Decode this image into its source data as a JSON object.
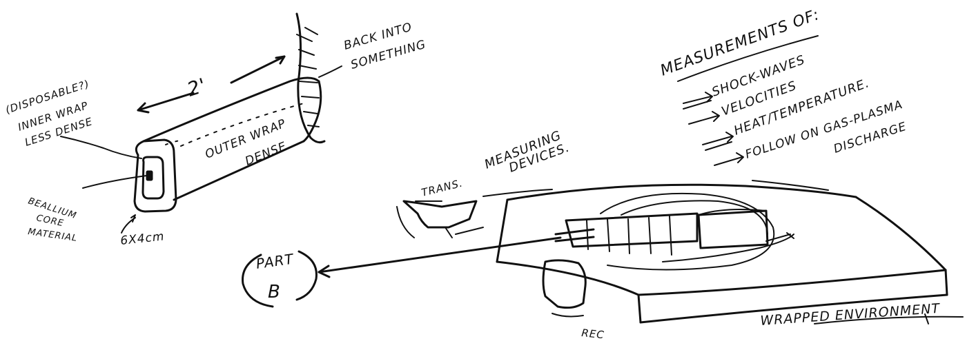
{
  "labels": {
    "dimension_length": "2'",
    "back_into": "BACK INTO",
    "something": "SOMETHING",
    "disposable": "(DISPOSABLE?)",
    "inner_wrap": "INNER WRAP",
    "less_dense": "LESS DENSE",
    "outer_wrap": "OUTER WRAP",
    "dense": "DENSE",
    "core_line1": "BEALLIUM",
    "core_line2": "CORE",
    "core_line3": "MATERIAL",
    "cross_section": "6X4cm",
    "part_b_1": "PART",
    "part_b_2": "B",
    "measuring": "MEASURING",
    "devices": "DEVICES.",
    "trans": "TRANS.",
    "rec": "REC",
    "wrapped_environment": "WRAPPED ENVIRONMENT"
  },
  "measurements": {
    "title": "MEASUREMENTS OF:",
    "items": [
      "SHOCK-WAVES",
      "VELOCITIES",
      "HEAT/TEMPERATURE.",
      "FOLLOW ON GAS-PLASMA",
      "DISCHARGE"
    ]
  }
}
